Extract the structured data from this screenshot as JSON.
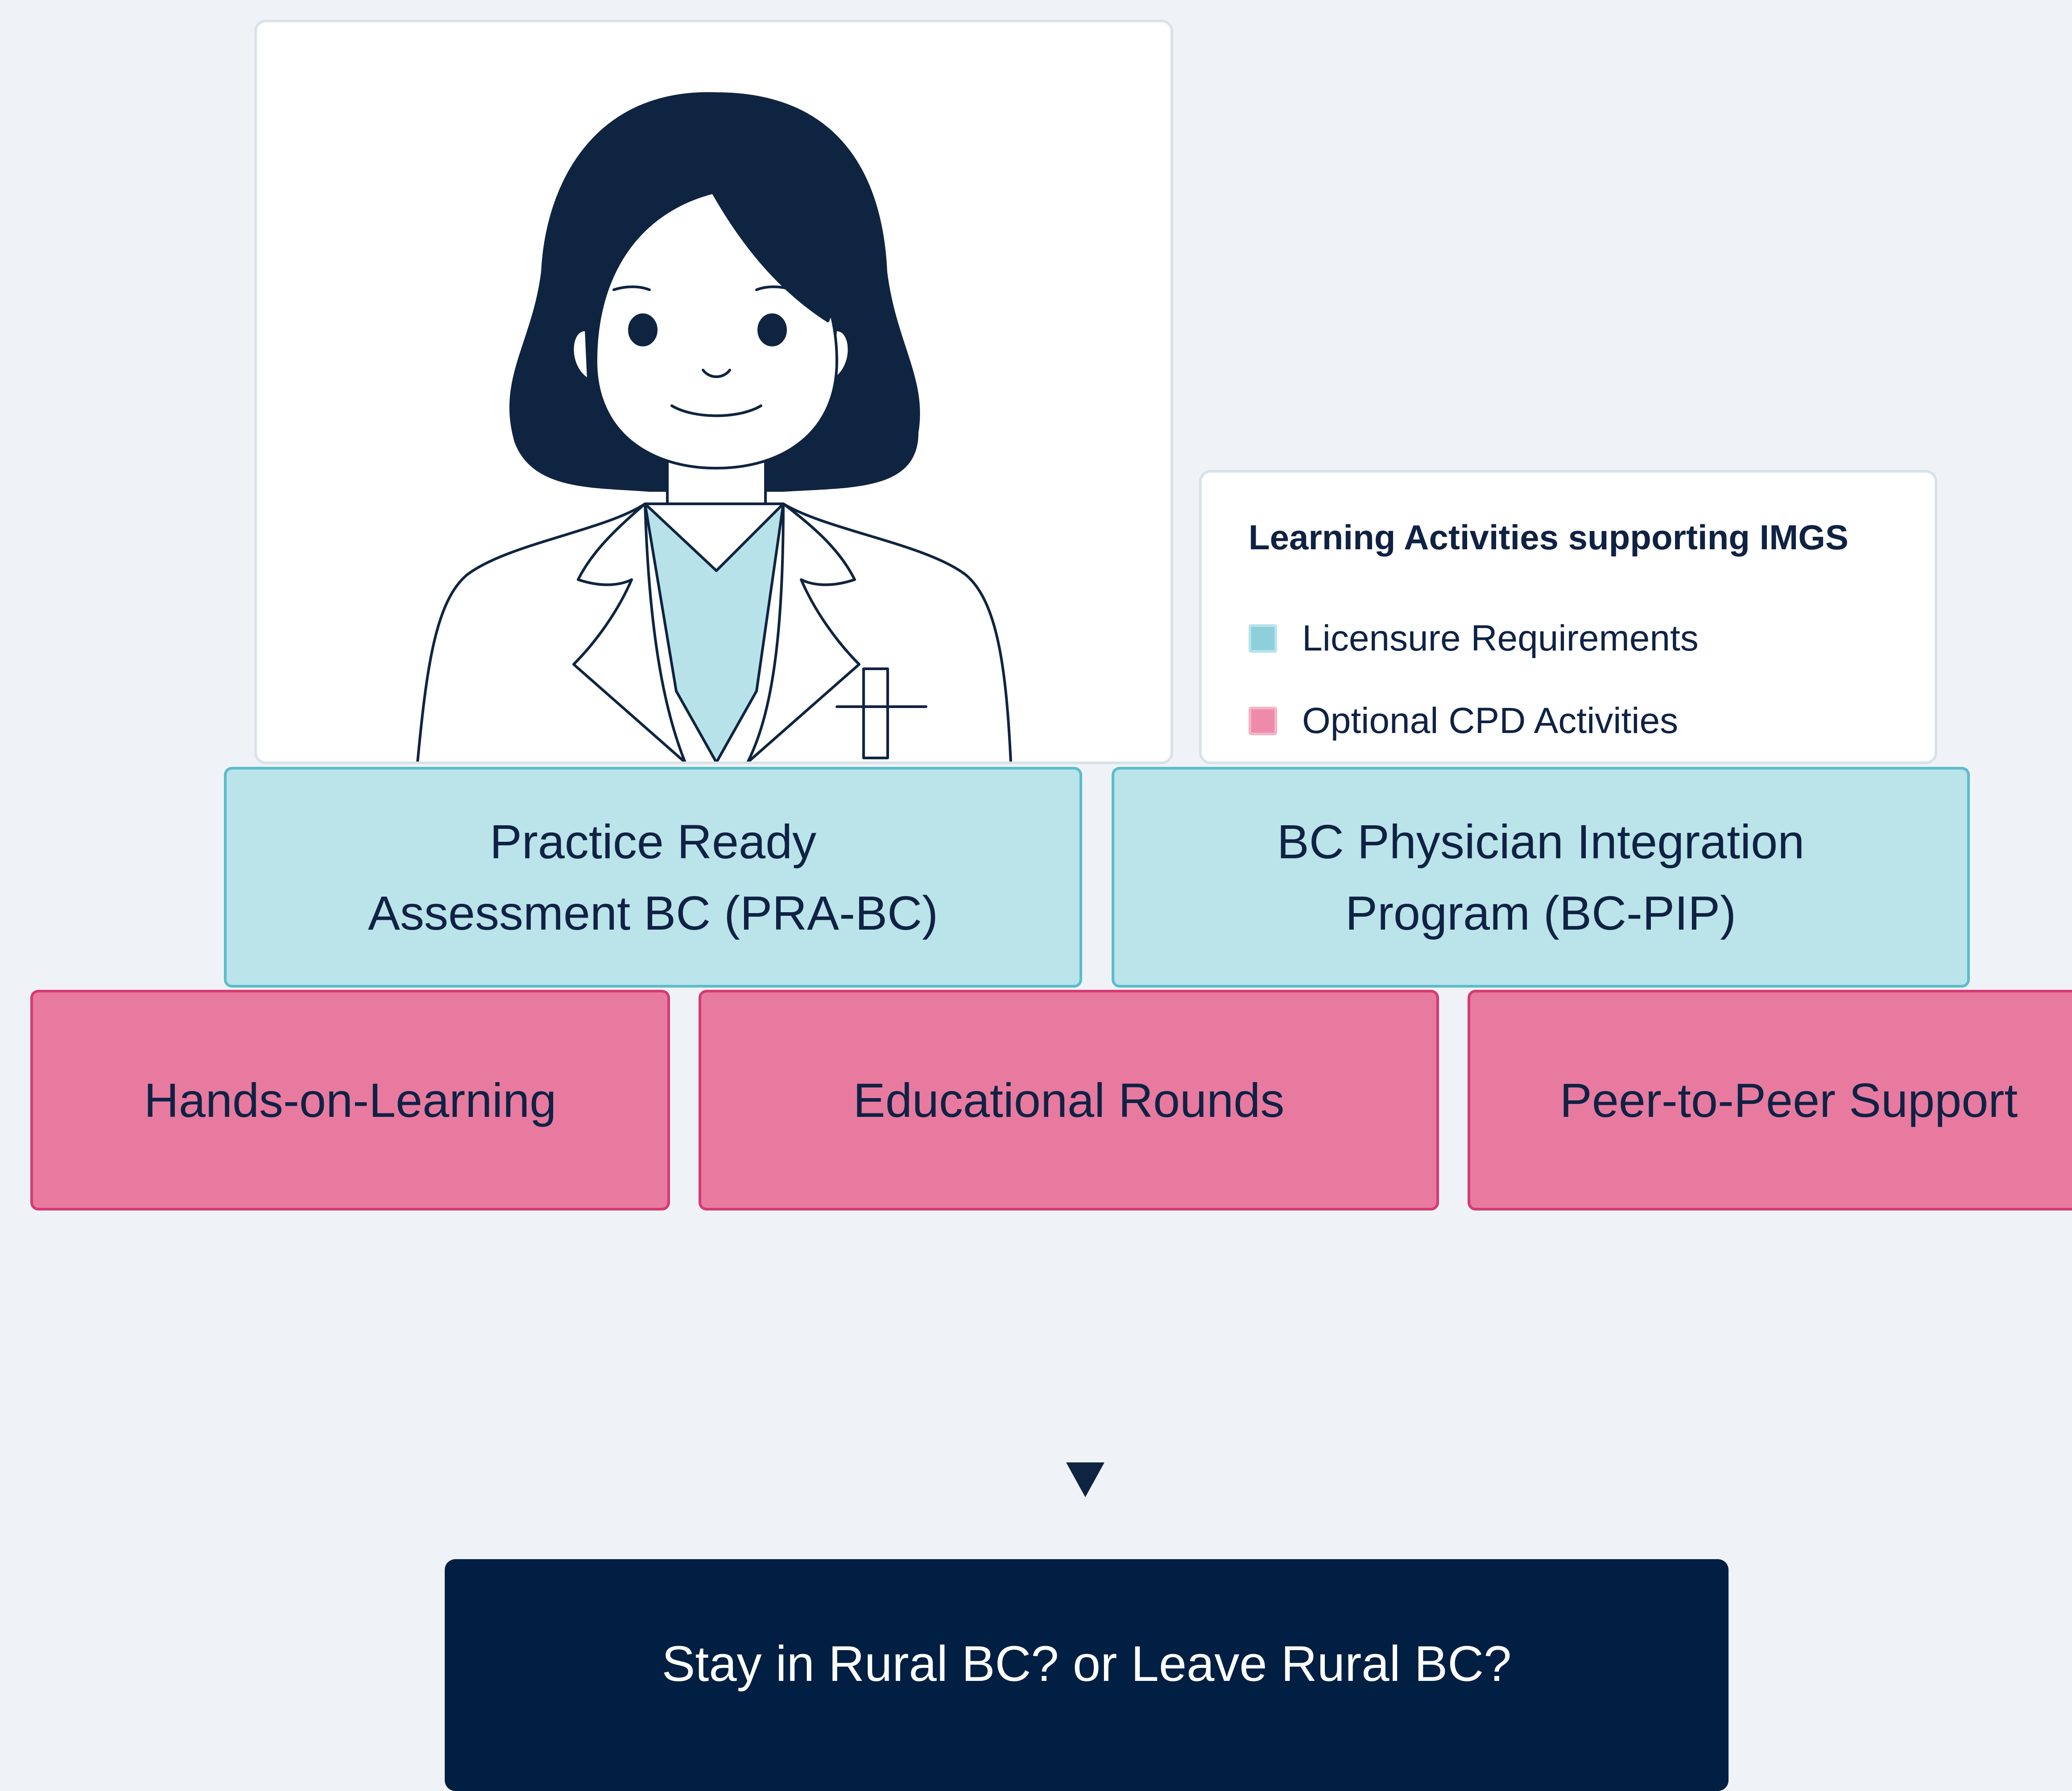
{
  "legend": {
    "title": "Learning Activities supporting IMGS",
    "items": [
      {
        "label": "Licensure Requirements",
        "color": "#8dd0dc"
      },
      {
        "label": "Optional CPD Activities",
        "color": "#ee8bab"
      }
    ]
  },
  "requirements": [
    {
      "label": "Practice Ready\nAssessment BC (PRA-BC)"
    },
    {
      "label": "BC Physician Integration\nProgram (BC-PIP)"
    }
  ],
  "activities": [
    {
      "label": "Hands-on-Learning"
    },
    {
      "label": "Educational Rounds"
    },
    {
      "label": "Peer-to-Peer Support"
    }
  ],
  "outcome": {
    "label": "Stay in Rural BC? or Leave Rural BC?"
  },
  "colors": {
    "background": "#eff3f7",
    "licensure_fill": "#bae3ea",
    "licensure_border": "#5cbccb",
    "cpd_fill": "#e87aa0",
    "cpd_border": "#d53a73",
    "navy": "#011f42",
    "ink": "#0f2244"
  },
  "icons": {
    "illustration": "doctor-illustration",
    "connector": "dashed-arrow-down-icon"
  }
}
